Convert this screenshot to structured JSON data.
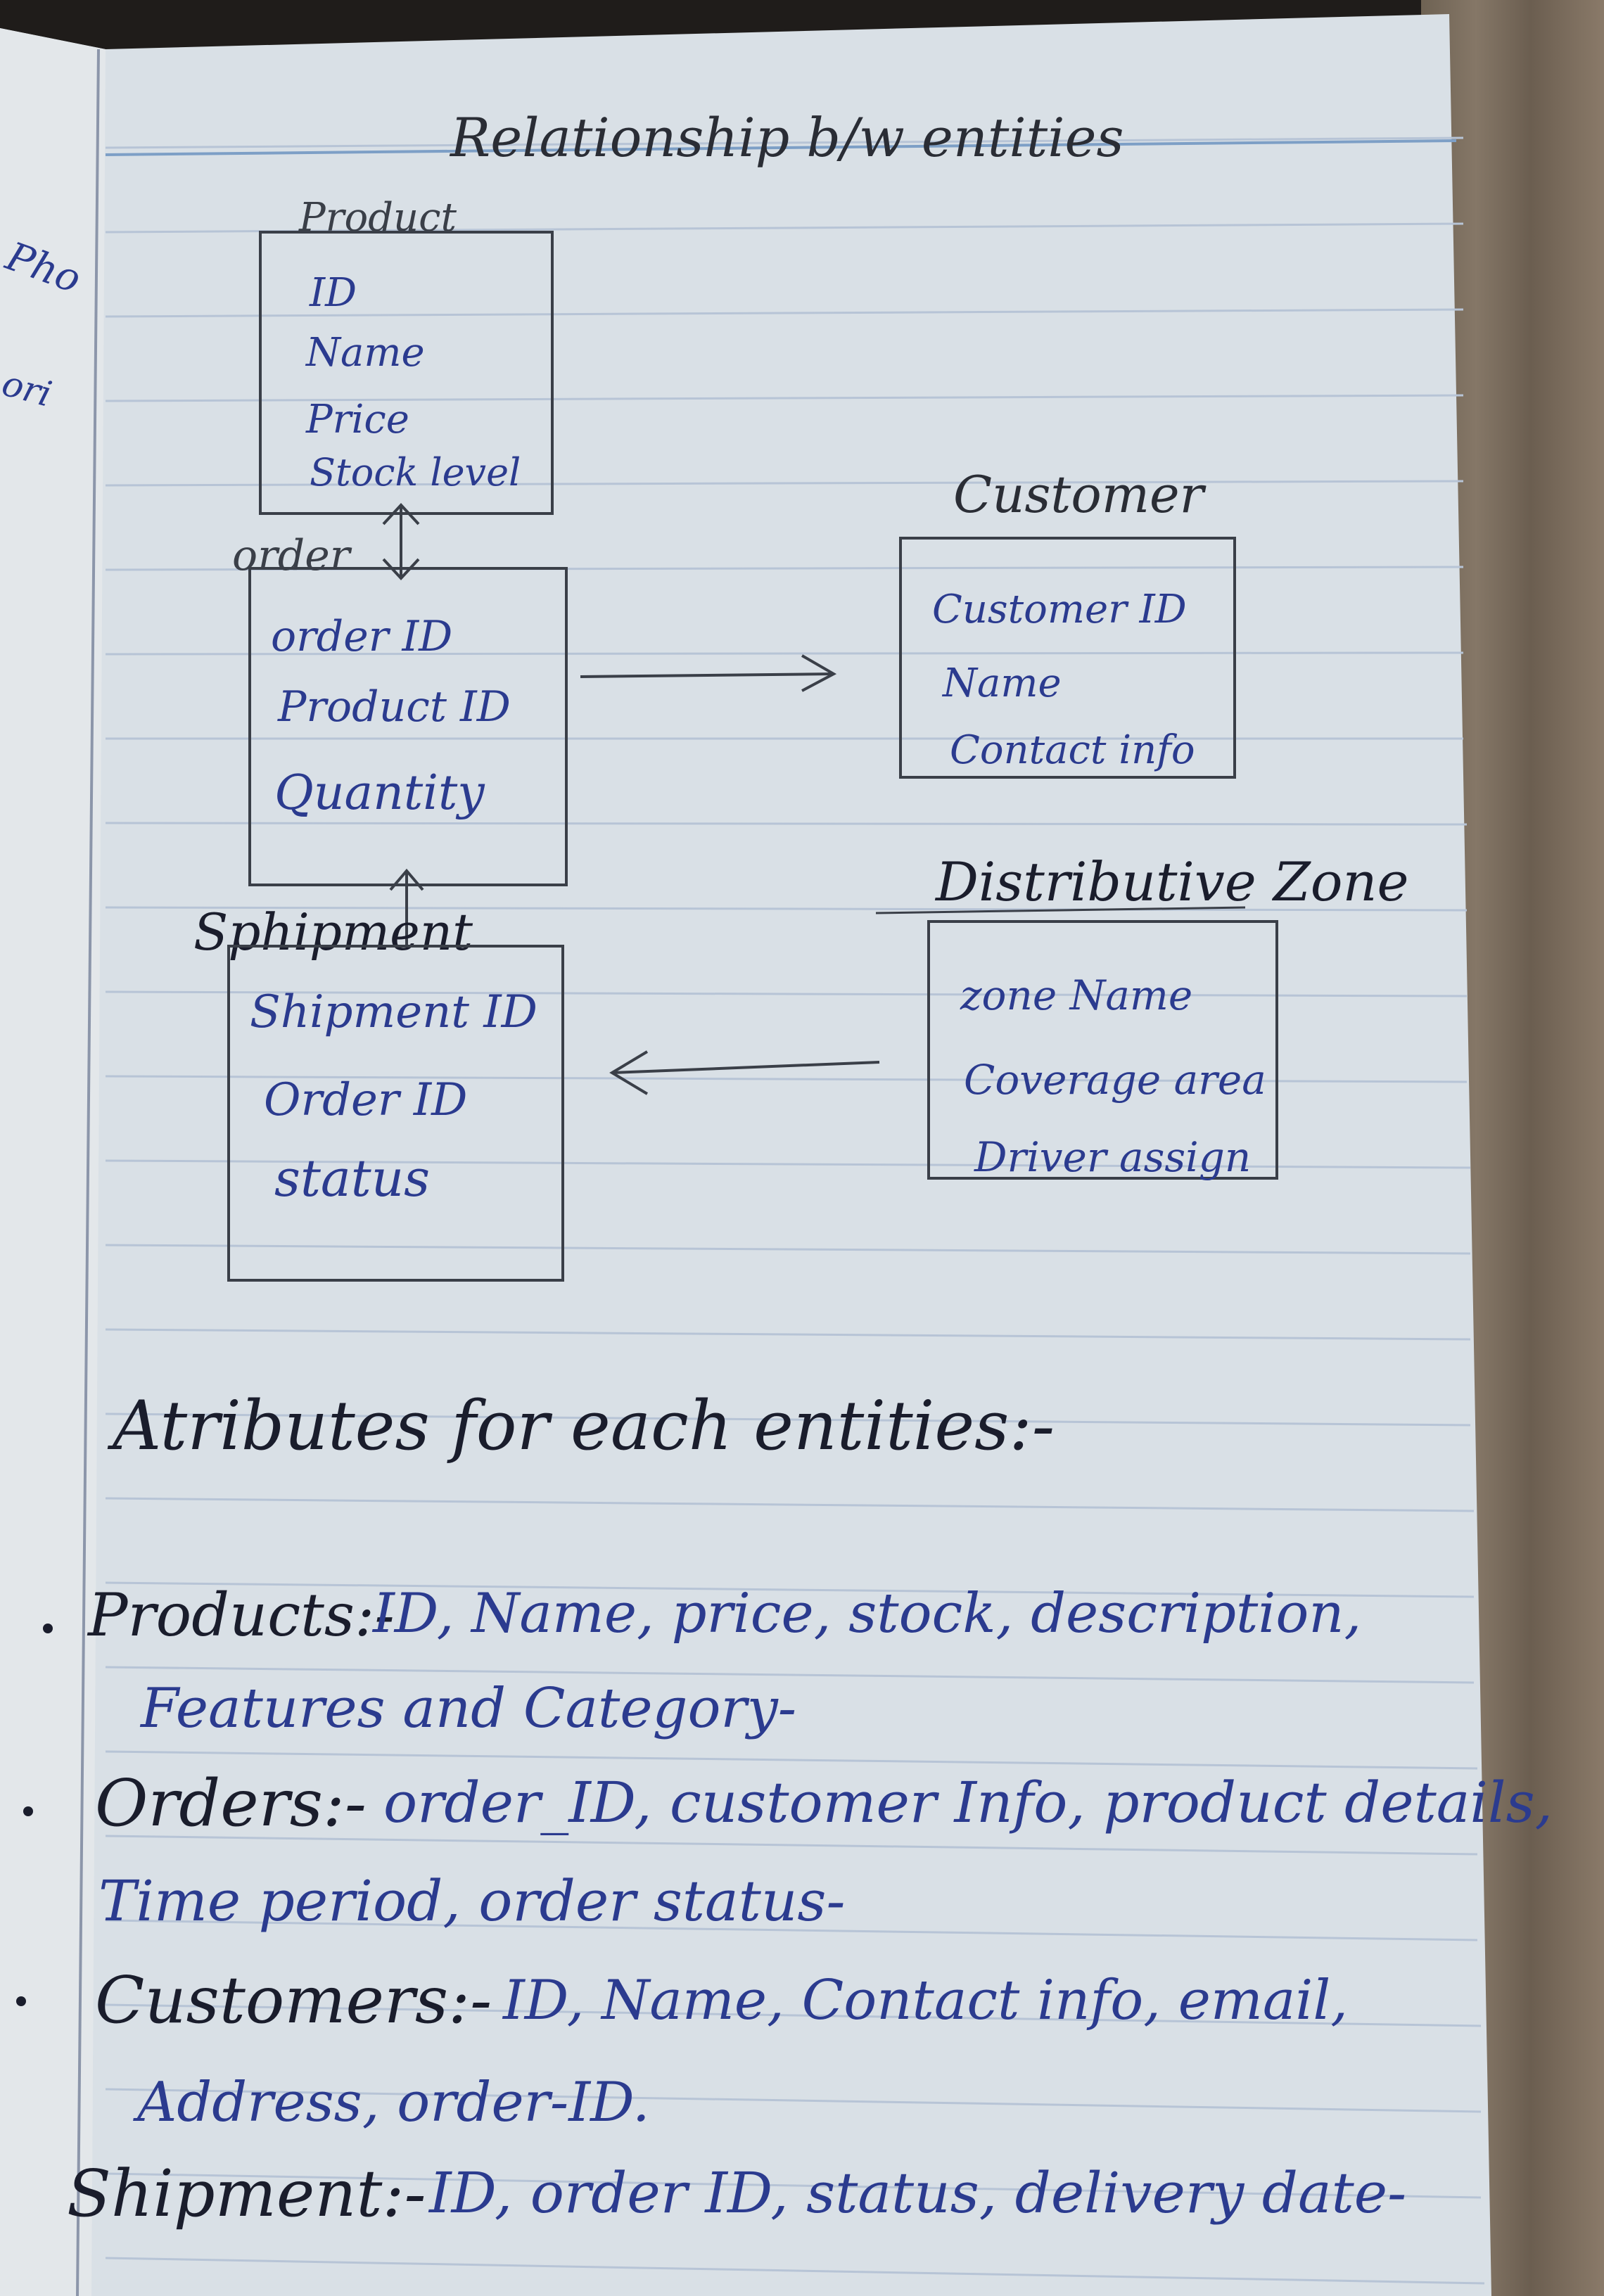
{
  "title": "Relationship b/w entities",
  "entities": {
    "product": {
      "label": "Product",
      "fields": [
        "ID",
        "Name",
        "Price",
        "Stock level"
      ]
    },
    "order": {
      "label": "order",
      "fields": [
        "order ID",
        "Product ID",
        "Quantity"
      ]
    },
    "shipment": {
      "label": "Sphipment",
      "fields": [
        "Shipment ID",
        "Order ID",
        "status"
      ]
    },
    "customer": {
      "label": "Customer",
      "fields": [
        "Customer ID",
        "Name",
        "Contact info"
      ]
    },
    "zone": {
      "label": "Distributive Zone",
      "fields": [
        "zone Name",
        "Coverage area",
        "Driver assign"
      ]
    }
  },
  "attributes": {
    "heading": "Atributes for each entities:-",
    "items": [
      {
        "name": "Products:-",
        "line1": "ID, Name, price, stock, description,",
        "line2": "Features and Category-"
      },
      {
        "name": "Orders:-",
        "line1": "order_ID, customer Info, product details,",
        "line2": "Time period, order status-"
      },
      {
        "name": "Customers:-",
        "line1": "ID, Name, Contact info, email,",
        "line2": "Address, order-ID."
      },
      {
        "name": "Shipment:-",
        "line1": "ID, order ID, status, delivery date-",
        "line2": ""
      }
    ]
  },
  "margin_scraps": [
    "Pho",
    "ori"
  ],
  "colors": {
    "paper": "#d9e0e6",
    "rule": "#b7c4d6",
    "ink_blue": "#2b3b8f",
    "ink_dark": "#1a1d2c",
    "pencil": "#3a3f48"
  }
}
